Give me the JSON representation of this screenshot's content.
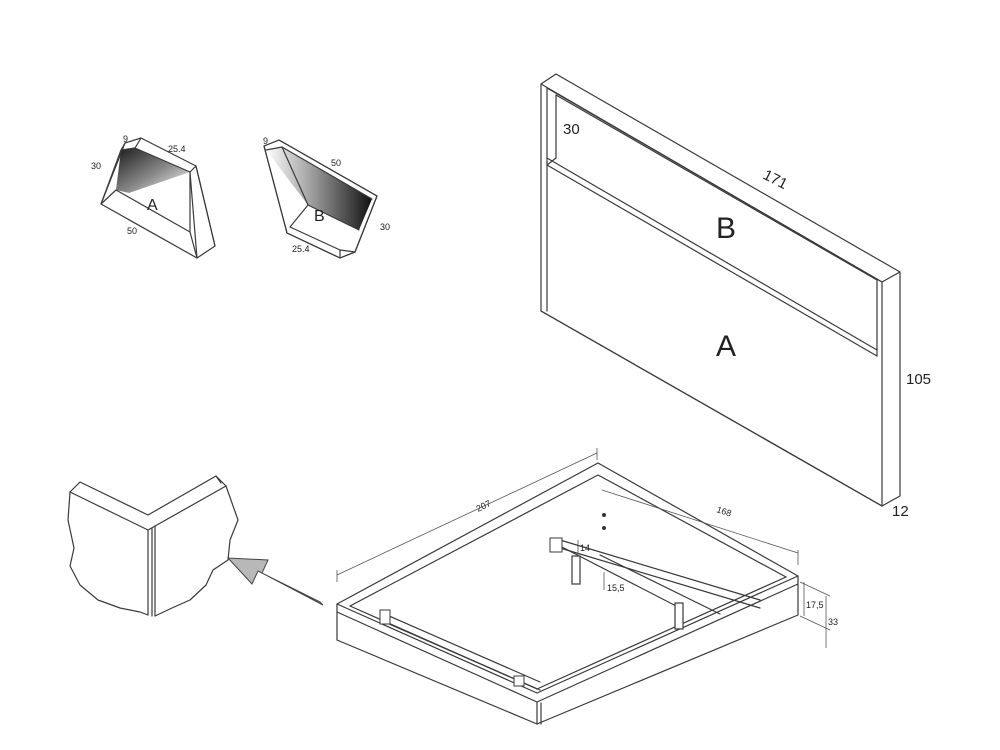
{
  "profile_a": {
    "label": "A",
    "dim_top": "9",
    "dim_slope": "25.4",
    "dim_height": "30",
    "dim_width": "50"
  },
  "profile_b": {
    "label": "B",
    "dim_top": "9",
    "dim_width": "50",
    "dim_height": "30",
    "dim_slope": "25.4"
  },
  "headboard": {
    "label_upper": "B",
    "label_lower": "A",
    "dim_top": "30",
    "dim_length": "171",
    "dim_height": "105",
    "dim_depth": "12"
  },
  "bed_frame": {
    "dim_length": "207",
    "dim_width": "168",
    "dim_rail": "14",
    "dim_leg": "15,5",
    "dim_inner": "17,5",
    "dim_total": "33"
  },
  "colors": {
    "line": "#3a3a3a",
    "arrow": "#b8b8b8",
    "gradient_dark": "#1a1a1a",
    "background": "#ffffff"
  }
}
